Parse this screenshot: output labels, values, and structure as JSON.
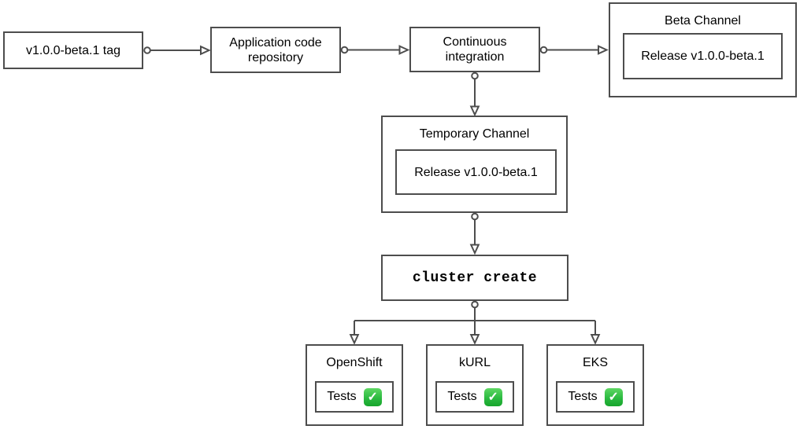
{
  "diagram": {
    "background_color": "#ffffff",
    "stroke_color": "#4d4d4d",
    "text_color": "#000000",
    "check_green_color": "#2cba41",
    "nodes": {
      "tag": {
        "label": "v1.0.0-beta.1 tag"
      },
      "repo": {
        "label": "Application code repository"
      },
      "ci": {
        "label": "Continuous integration"
      },
      "beta_channel": {
        "title": "Beta Channel",
        "release_label": "Release v1.0.0-beta.1"
      },
      "temporary_channel": {
        "title": "Temporary Channel",
        "release_label": "Release v1.0.0-beta.1"
      },
      "cluster_create": {
        "label": "cluster create"
      },
      "clusters": [
        {
          "title": "OpenShift",
          "tests_label": "Tests",
          "check_icon": "✓"
        },
        {
          "title": "kURL",
          "tests_label": "Tests",
          "check_icon": "✓"
        },
        {
          "title": "EKS",
          "tests_label": "Tests",
          "check_icon": "✓"
        }
      ]
    }
  }
}
